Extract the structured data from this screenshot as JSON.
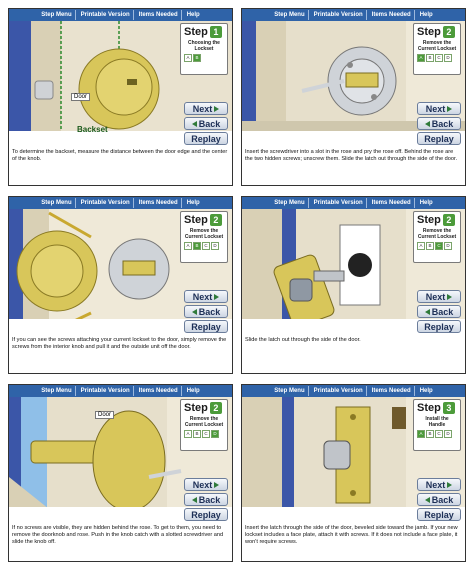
{
  "menu": [
    "Step Menu",
    "Printable Version",
    "Items Needed",
    "Help"
  ],
  "nav": {
    "next": "Next",
    "back": "Back",
    "replay": "Replay"
  },
  "step_word": "Step",
  "panels": [
    {
      "step": "1",
      "desc": "Choosing the Lockset",
      "tabs": [
        "A",
        "B"
      ],
      "active": 1,
      "label_door": "Door",
      "label_backset": "Backset",
      "caption": "To determine the backset, measure the distance between the door edge and the center of the knob."
    },
    {
      "step": "2",
      "desc": "Remove the Current Lockset",
      "tabs": [
        "A",
        "B",
        "C",
        "D"
      ],
      "active": 0,
      "caption": "Insert the screwdriver into a slot in the rose and pry the rose off. Behind the rose are the two hidden screws; unscrew them. Slide the latch out through the side of the door."
    },
    {
      "step": "2",
      "desc": "Remove the Current Lockset",
      "tabs": [
        "A",
        "B",
        "C",
        "D"
      ],
      "active": 1,
      "caption": "If you can see the screws attaching your current lockset to the door, simply remove the screws from the interior knob and pull it and the outside unit off the door."
    },
    {
      "step": "2",
      "desc": "Remove the Current Lockset",
      "tabs": [
        "A",
        "B",
        "C",
        "D"
      ],
      "active": 2,
      "caption": "Slide the latch out through the side of the door."
    },
    {
      "step": "2",
      "desc": "Remove the Current Lockset",
      "tabs": [
        "A",
        "B",
        "C",
        "D"
      ],
      "active": 3,
      "label_door": "Door",
      "caption": "If no screws are visible, they are hidden behind the rose. To get to them, you need to remove the doorknob and rose. Push in the knob catch with a slotted screwdriver and slide the knob off."
    },
    {
      "step": "3",
      "desc": "Install the Handle",
      "tabs": [
        "A",
        "B",
        "C",
        "D"
      ],
      "active": 0,
      "caption": "Insert the latch through the side of the door, beveled side toward the jamb. If your new lockset includes a face plate, attach it with screws. If it does not include a face plate, it won't require screws."
    }
  ],
  "colors": {
    "menubar": "#2f63a8",
    "step_green": "#4c9b3a",
    "brass": "#d8c65a",
    "wall_blue": "#3b56a8",
    "door": "#e4dbc4"
  }
}
